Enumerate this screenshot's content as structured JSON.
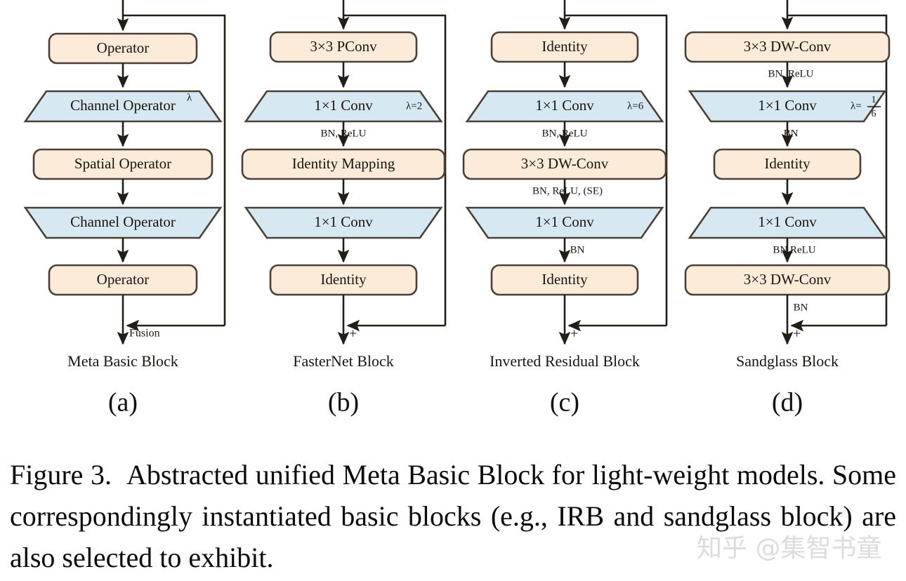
{
  "figure": {
    "caption_number": "Figure 3.",
    "caption_text": "Abstracted unified Meta Basic Block for light-weight models. Some correspondingly instantiated basic blocks (e.g., IRB and sandglass block) are also selected to exhibit.",
    "watermark": "知乎 @集智书童"
  },
  "colors": {
    "peach_fill": "#fcebd8",
    "blue_fill": "#d6e8f2",
    "stroke": "#4a4038",
    "line": "#231d18",
    "text": "#1a1410",
    "background": "#ffffff"
  },
  "panels": [
    {
      "letter": "(a)",
      "block_name": "Meta Basic Block",
      "fusion_label": "Fusion",
      "residual_symbol": "",
      "lambda_label": "λ",
      "nodes": [
        {
          "label": "Operator",
          "shape": "rounded-rect",
          "fill": "peach"
        },
        {
          "label": "Channel Operator",
          "shape": "trapezoid-expand",
          "fill": "blue"
        },
        {
          "label": "Spatial Operator",
          "shape": "rounded-rect",
          "fill": "peach"
        },
        {
          "label": "Channel Operator",
          "shape": "trapezoid-narrow",
          "fill": "blue"
        },
        {
          "label": "Operator",
          "shape": "rounded-rect",
          "fill": "peach"
        }
      ],
      "edge_labels": [
        "",
        "",
        "",
        ""
      ]
    },
    {
      "letter": "(b)",
      "block_name": "FasterNet Block",
      "fusion_label": "",
      "residual_symbol": "+",
      "lambda_label": "λ=2",
      "nodes": [
        {
          "label": "3×3 PConv",
          "shape": "rounded-rect",
          "fill": "peach"
        },
        {
          "label": "1×1 Conv",
          "shape": "trapezoid-expand",
          "fill": "blue"
        },
        {
          "label": "Identity Mapping",
          "shape": "rounded-rect",
          "fill": "peach"
        },
        {
          "label": "1×1 Conv",
          "shape": "trapezoid-narrow",
          "fill": "blue"
        },
        {
          "label": "Identity",
          "shape": "rounded-rect",
          "fill": "peach"
        }
      ],
      "edge_labels": [
        "",
        "BN, ReLU",
        "",
        ""
      ]
    },
    {
      "letter": "(c)",
      "block_name": "Inverted Residual Block",
      "fusion_label": "",
      "residual_symbol": "+",
      "lambda_label": "λ=6",
      "nodes": [
        {
          "label": "Identity",
          "shape": "rounded-rect",
          "fill": "peach"
        },
        {
          "label": "1×1 Conv",
          "shape": "trapezoid-expand",
          "fill": "blue"
        },
        {
          "label": "3×3 DW-Conv",
          "shape": "rounded-rect",
          "fill": "peach"
        },
        {
          "label": "1×1 Conv",
          "shape": "trapezoid-narrow",
          "fill": "blue"
        },
        {
          "label": "Identity",
          "shape": "rounded-rect",
          "fill": "peach"
        }
      ],
      "edge_labels": [
        "",
        "BN, ReLU",
        "BN, ReLU,  (SE)",
        "BN"
      ]
    },
    {
      "letter": "(d)",
      "block_name": "Sandglass Block",
      "fusion_label": "",
      "residual_symbol": "+",
      "lambda_label": "λ=",
      "lambda_numerator": "1",
      "lambda_denominator": "6",
      "nodes": [
        {
          "label": "3×3 DW-Conv",
          "shape": "rounded-rect",
          "fill": "peach"
        },
        {
          "label": "1×1 Conv",
          "shape": "trapezoid-narrow",
          "fill": "blue"
        },
        {
          "label": "Identity",
          "shape": "rounded-rect",
          "fill": "peach"
        },
        {
          "label": "1×1 Conv",
          "shape": "trapezoid-expand",
          "fill": "blue"
        },
        {
          "label": "3×3 DW-Conv",
          "shape": "rounded-rect",
          "fill": "peach"
        }
      ],
      "edge_labels": [
        "BN, ReLU",
        "BN",
        "",
        "BN,ReLU"
      ],
      "tail_label": "BN"
    }
  ]
}
